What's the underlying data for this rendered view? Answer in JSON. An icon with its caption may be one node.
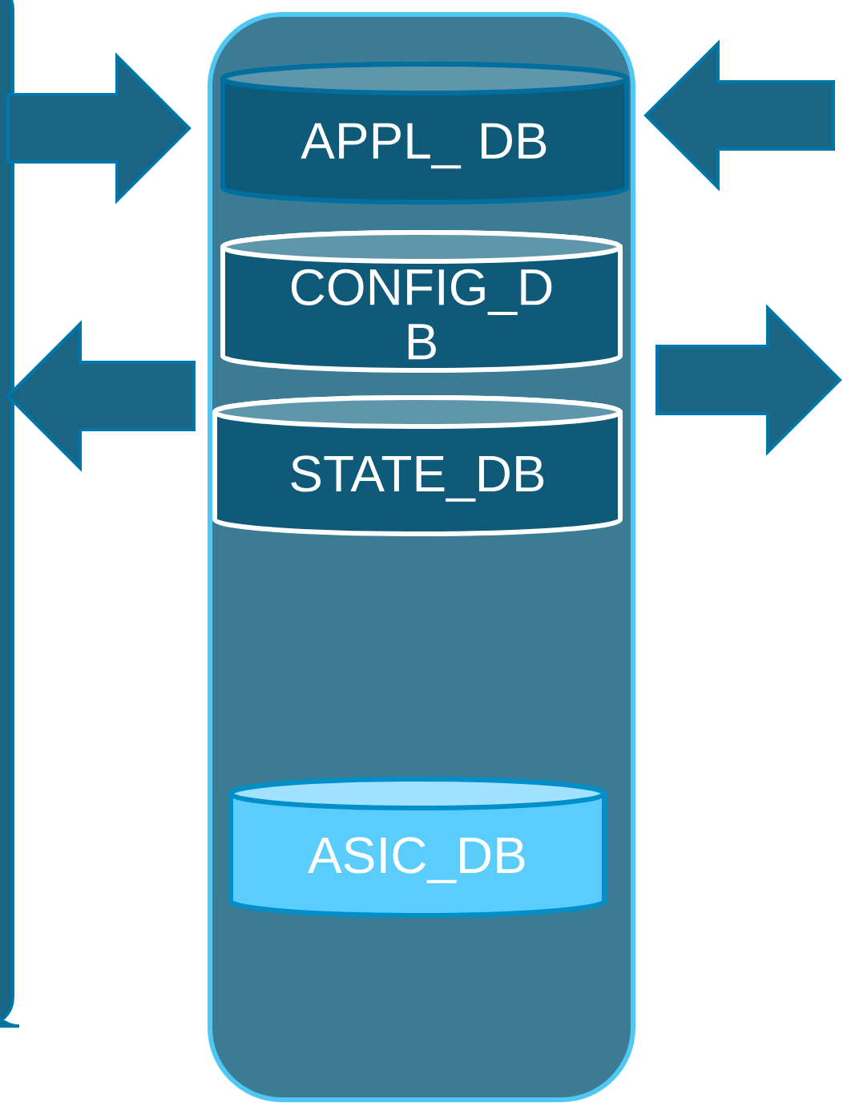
{
  "diagram": {
    "nodes": [
      {
        "text": [],
        "shape": "box"
      },
      {
        "text": [],
        "shape": "box"
      },
      {
        "text": [
          "APPL_ DB"
        ],
        "in": 1
      },
      {
        "text": [
          "CONFIG_D B"
        ],
        "in": 1
      },
      {
        "text": [
          "STATE_DB"
        ],
        "in": 1
      },
      {
        "text": [
          "ASIC_DB"
        ],
        "in": 1
      }
    ],
    "edges": [
      {
        "from": 0,
        "to": 1,
        "arrow": "to"
      },
      {
        "from": 1,
        "to": 0,
        "arrow": "to"
      },
      {
        "from": null,
        "to": 1,
        "arrow": "to"
      },
      {
        "from": 1,
        "to": null,
        "arrow": "to"
      }
    ]
  }
}
